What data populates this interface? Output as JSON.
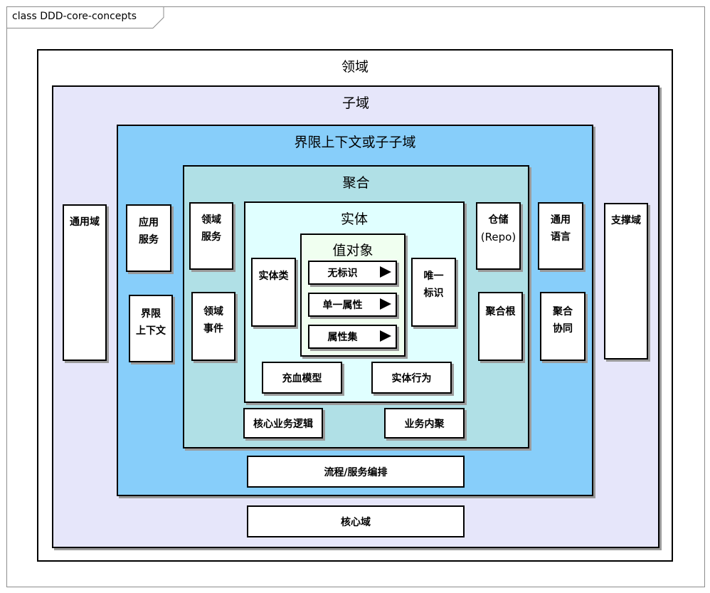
{
  "frame": {
    "title": "class DDD-core-concepts"
  },
  "domain": "领域",
  "subdomain": "子域",
  "bounded_context": "界限上下文或子子域",
  "aggregate": "聚合",
  "entity": "实体",
  "value_object": "值对象",
  "value_object_items": [
    "无标识",
    "单一属性",
    "属性集"
  ],
  "entity_class": "实体类",
  "unique_id": {
    "line1": "唯一",
    "line2": "标识"
  },
  "rich_model": "充血模型",
  "entity_behavior": "实体行为",
  "core_logic": "核心业务逻辑",
  "cohesion": "业务内聚",
  "flow": "流程/服务编排",
  "core_domain": "核心域",
  "generic_domain": "通用域",
  "supporting_domain": "支撑域",
  "app_service": {
    "line1": "应用",
    "line2": "服务"
  },
  "bc_label": {
    "line1": "界限",
    "line2": "上下文"
  },
  "domain_service": {
    "line1": "领域",
    "line2": "服务"
  },
  "domain_event": {
    "line1": "领域",
    "line2": "事件"
  },
  "repo": {
    "line1": "仓储",
    "line2": "(Repo)"
  },
  "aggregate_root": "聚合根",
  "ubiquitous_lang": {
    "line1": "通用",
    "line2": "语言"
  },
  "aggregate_collab": {
    "line1": "聚合",
    "line2": "协同"
  },
  "colors": {
    "subdomain_bg": "#e6e6fa",
    "bounded_context_bg": "#87cefa",
    "aggregate_bg": "#b0e0e6",
    "entity_bg": "#e0ffff",
    "value_object_bg": "#f0fff0"
  }
}
